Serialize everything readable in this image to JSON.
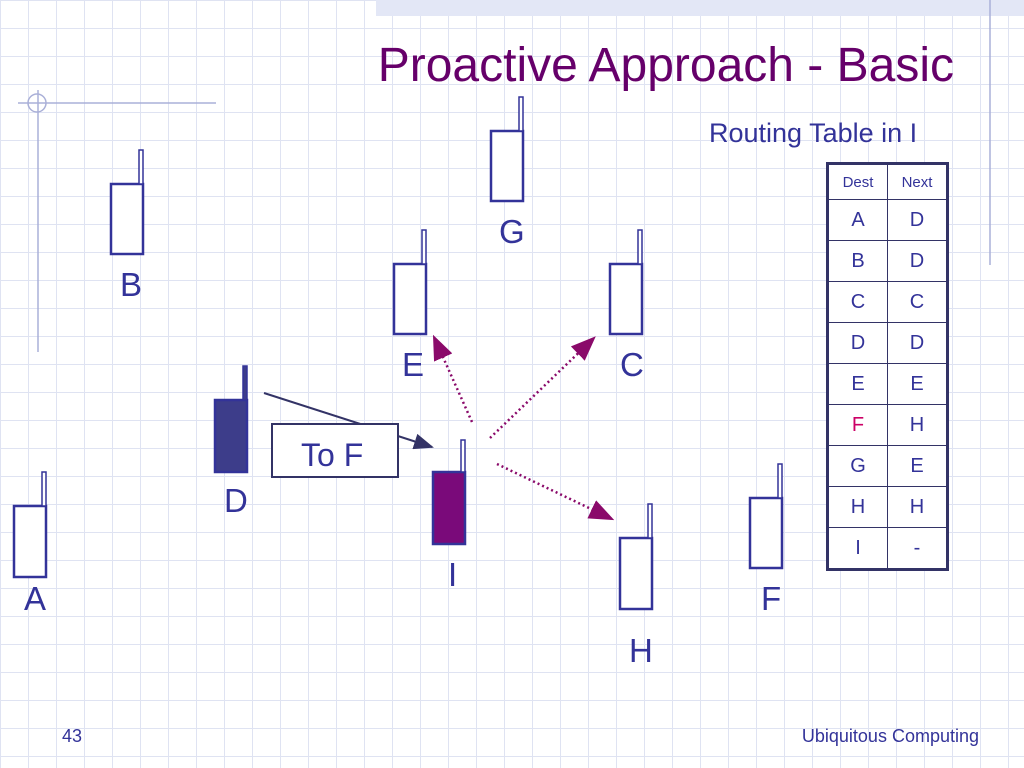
{
  "slide": {
    "title": "Proactive Approach - Basic",
    "page_number": "43",
    "footer": "Ubiquitous Computing"
  },
  "colors": {
    "primary": "#333399",
    "title": "#66006a",
    "highlight": "#cc0066",
    "node_d_fill": "#3d3d8a",
    "node_i_fill": "#7a0a7a"
  },
  "nodes": [
    {
      "id": "A",
      "label": "A"
    },
    {
      "id": "B",
      "label": "B"
    },
    {
      "id": "C",
      "label": "C"
    },
    {
      "id": "D",
      "label": "D"
    },
    {
      "id": "E",
      "label": "E"
    },
    {
      "id": "F",
      "label": "F"
    },
    {
      "id": "G",
      "label": "G"
    },
    {
      "id": "H",
      "label": "H"
    },
    {
      "id": "I",
      "label": "I"
    }
  ],
  "message": {
    "label": "To  F"
  },
  "routing_table": {
    "title": "Routing Table in I",
    "headers": [
      "Dest",
      "Next"
    ],
    "rows": [
      [
        "A",
        "D"
      ],
      [
        "B",
        "D"
      ],
      [
        "C",
        "C"
      ],
      [
        "D",
        "D"
      ],
      [
        "E",
        "E"
      ],
      [
        "F",
        "H"
      ],
      [
        "G",
        "E"
      ],
      [
        "H",
        "H"
      ],
      [
        "I",
        "-"
      ]
    ]
  }
}
